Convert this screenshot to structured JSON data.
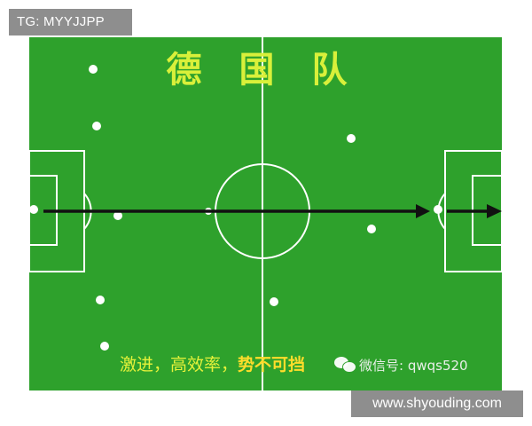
{
  "watermarks": {
    "top_left": "TG: MYYJJPP",
    "bottom_right": "www.shyouding.com"
  },
  "pitch": {
    "title": "德国队",
    "caption_part1": "激进，高效率，",
    "caption_part2": "势不可挡",
    "wechat_label": "微信号: qwqs520",
    "colors": {
      "grass": "#2ea12c",
      "lines": "#ffffff",
      "arrow": "#111111",
      "title": "#d9f03a",
      "caption_highlight": "#ffdd2b"
    },
    "icon": "wechat-logo-icon"
  }
}
